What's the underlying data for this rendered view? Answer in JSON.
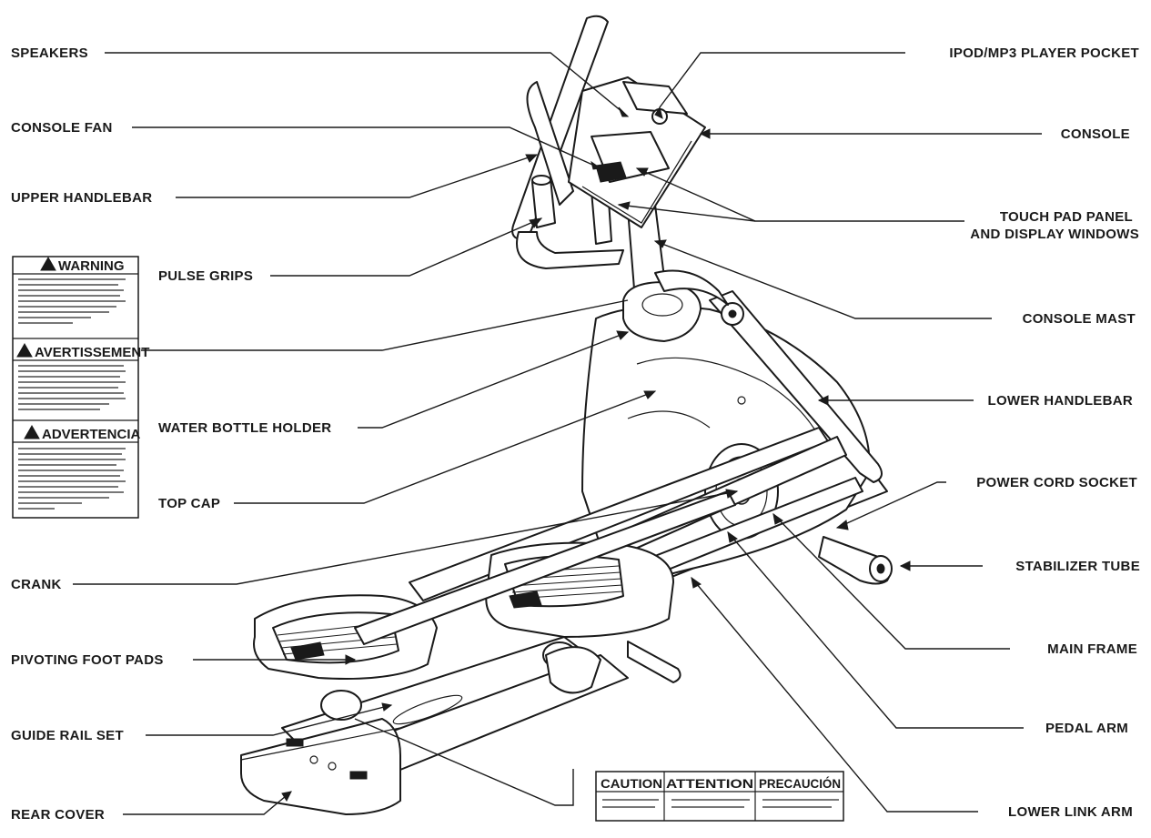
{
  "labels": {
    "speakers": "SPEAKERS",
    "console_fan": "CONSOLE FAN",
    "upper_handlebar": "UPPER HANDLEBAR",
    "pulse_grips": "PULSE GRIPS",
    "water_bottle_holder": "WATER BOTTLE HOLDER",
    "top_cap": "TOP CAP",
    "crank": "CRANK",
    "pivoting_foot_pads": "PIVOTING FOOT PADS",
    "guide_rail_set": "GUIDE RAIL SET",
    "rear_cover": "REAR COVER",
    "ipod_pocket": "IPOD/MP3 PLAYER POCKET",
    "console": "CONSOLE",
    "touch_pad_1": "TOUCH PAD PANEL",
    "touch_pad_2": "AND DISPLAY WINDOWS",
    "console_mast": "CONSOLE MAST",
    "lower_handlebar": "LOWER HANDLEBAR",
    "power_cord_socket": "POWER CORD SOCKET",
    "stabilizer_tube": "STABILIZER TUBE",
    "main_frame": "MAIN FRAME",
    "pedal_arm": "PEDAL ARM",
    "lower_link_arm": "LOWER LINK ARM"
  },
  "warning_label": {
    "warning": "WARNING",
    "avertissement": "AVERTISSEMENT",
    "advertencia": "ADVERTENCIA"
  },
  "caution_label": {
    "caution": "CAUTION",
    "attention": "ATTENTION",
    "precaucion": "PRECAUCIÓN"
  }
}
